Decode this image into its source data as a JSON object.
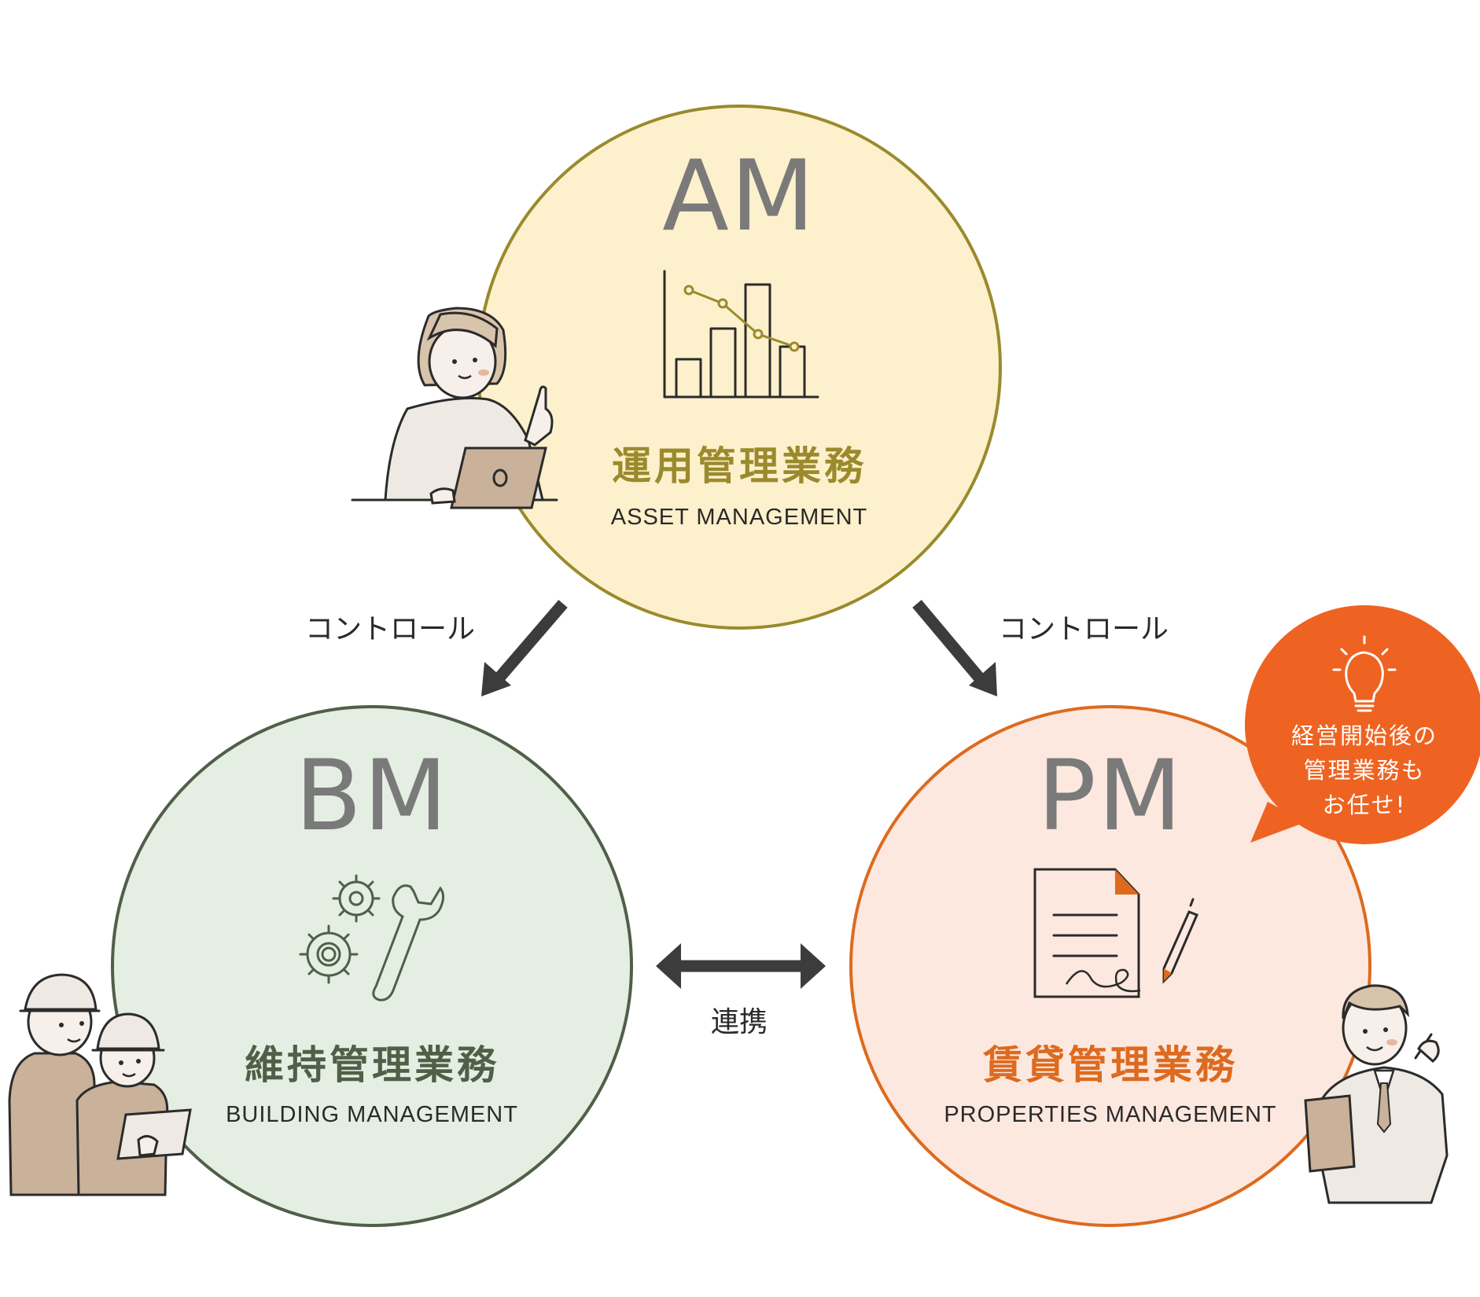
{
  "am": {
    "abbr": "AM",
    "title_ja": "運用管理業務",
    "subtitle_en": "ASSET MANAGEMENT",
    "fill_color": "#fdf0cc",
    "stroke_color": "#9a8a2c",
    "title_color": "#9a8a2c",
    "icon": "bar-chart-icon"
  },
  "bm": {
    "abbr": "BM",
    "title_ja": "維持管理業務",
    "subtitle_en": "BUILDING MANAGEMENT",
    "fill_color": "#e5eee3",
    "stroke_color": "#505f48",
    "title_color": "#505f48",
    "icon": "gears-wrench-icon"
  },
  "pm": {
    "abbr": "PM",
    "title_ja": "賃貸管理業務",
    "subtitle_en": "PROPERTIES MANAGEMENT",
    "fill_color": "#fde8df",
    "stroke_color": "#dd6a1f",
    "title_color": "#dd6a1f",
    "icon": "contract-pen-icon"
  },
  "relations": {
    "am_to_bm": "コントロール",
    "am_to_pm": "コントロール",
    "bm_pm": "連携"
  },
  "callout": {
    "lines": [
      "経営開始後の",
      "管理業務も",
      "お任せ!"
    ],
    "color": "#ee6321",
    "icon": "lightbulb-icon"
  },
  "arrow_color": "#3c3c3c"
}
